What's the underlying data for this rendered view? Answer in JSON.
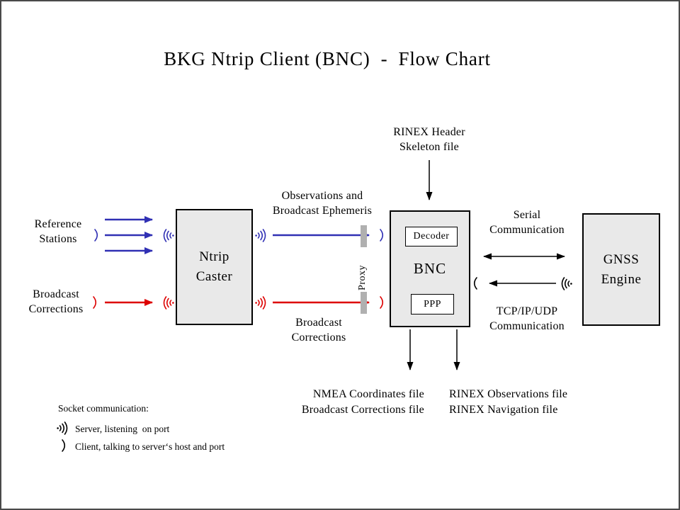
{
  "title": "BKG Ntrip Client (BNC)  -  Flow Chart",
  "colors": {
    "blue": "#3030b4",
    "red": "#dd0000",
    "box_fill": "#e9e9e9",
    "box_border": "#000000",
    "proxy_bar": "#b0b0b0",
    "frame": "#4a4a4a",
    "ink": "#000000"
  },
  "nodes": {
    "ntrip_caster": "Ntrip\nCaster",
    "bnc": "BNC",
    "decoder": "Decoder",
    "ppp": "PPP",
    "gnss_engine": "GNSS\nEngine"
  },
  "labels": {
    "reference_stations": "Reference\nStations",
    "broadcast_corrections_input": "Broadcast\nCorrections",
    "observations_ephemeris": "Observations and\nBroadcast Ephemeris",
    "broadcast_corrections_stream": "Broadcast\nCorrections",
    "rinex_header_skeleton": "RINEX Header\nSkeleton file",
    "proxy": "Proxy",
    "serial_communication": "Serial\nCommunication",
    "tcp_ip_udp_communication": "TCP/IP/UDP\nCommunication",
    "nmea_output": "NMEA Coordinates file\nBroadcast Corrections file",
    "rinex_output": "RINEX Observations file\nRINEX Navigation file"
  },
  "legend": {
    "title": "Socket communication:",
    "server": "Server, listening  on port",
    "client": "Client, talking to server‘s host and port",
    "server_icon_glyph": "·)))",
    "client_icon_glyph": ")"
  }
}
